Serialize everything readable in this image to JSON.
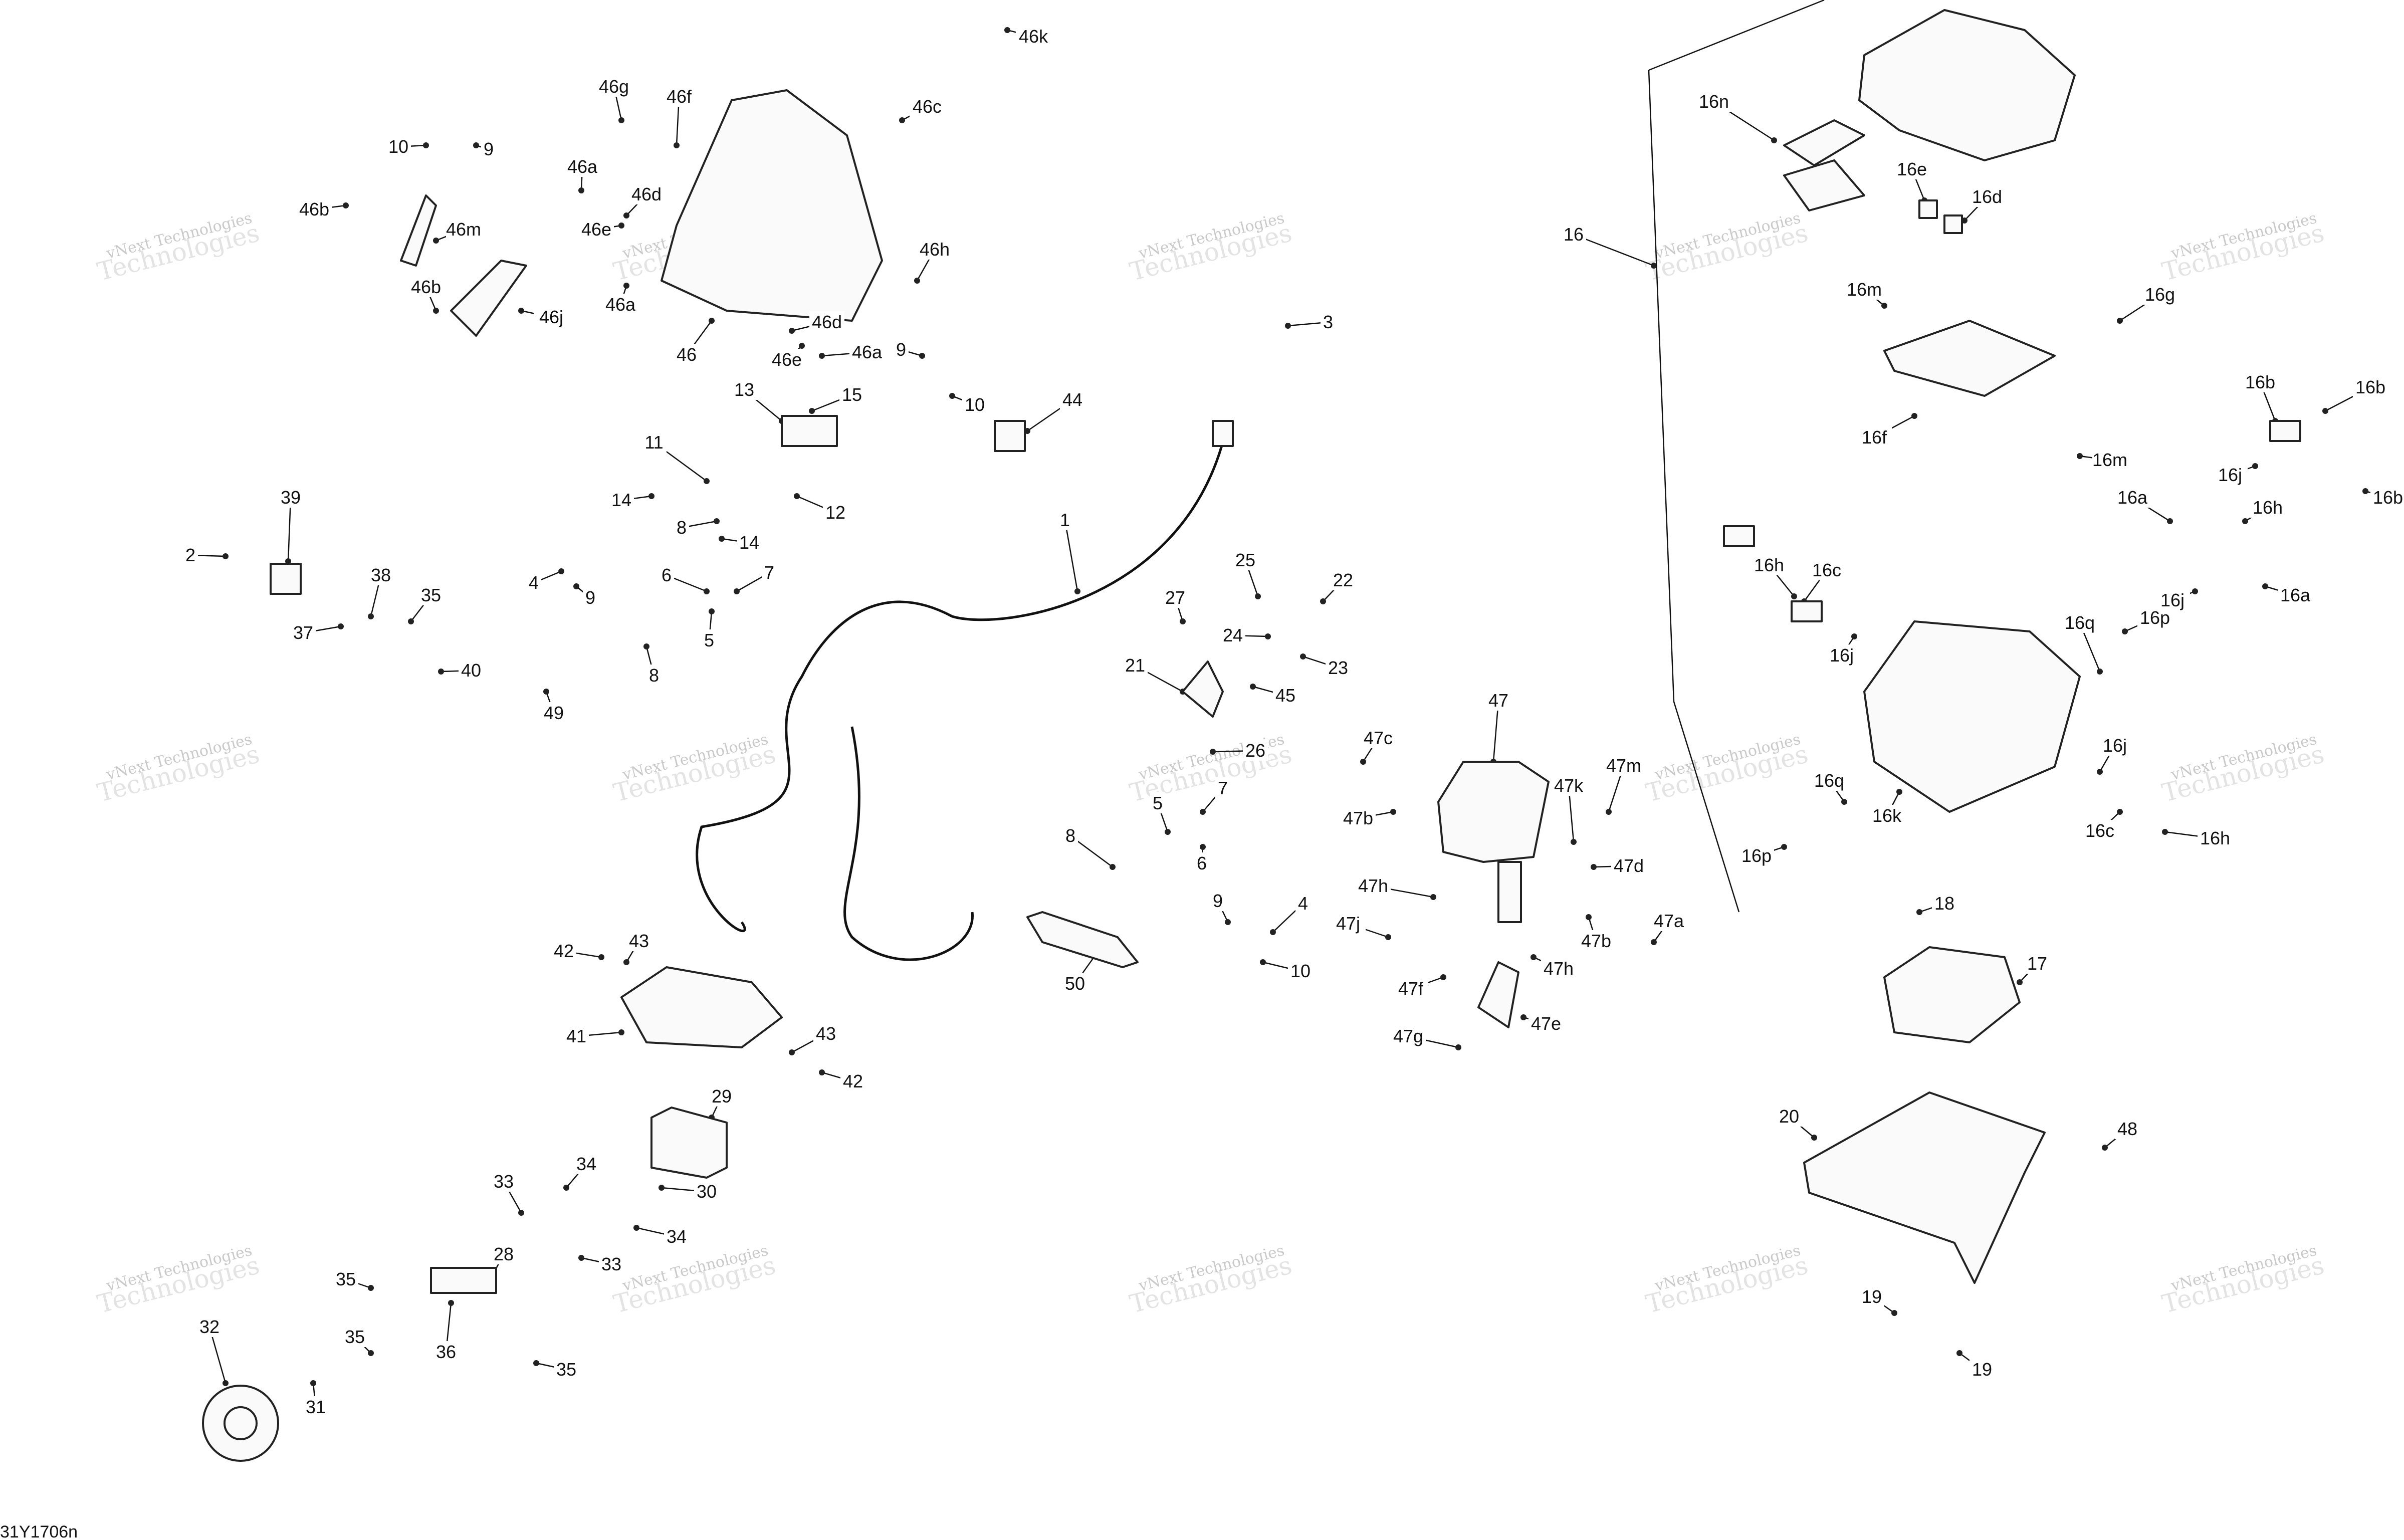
{
  "watermark": {
    "line1": "vNext Technologies",
    "line2": "Technologies"
  },
  "drawing_code": "31Y1706n",
  "callouts": [
    "1",
    "2",
    "3",
    "4",
    "5",
    "6",
    "7",
    "8",
    "9",
    "10",
    "11",
    "12",
    "13",
    "14",
    "15",
    "16",
    "16a",
    "16b",
    "16c",
    "16d",
    "16e",
    "16f",
    "16g",
    "16h",
    "16j",
    "16k",
    "16m",
    "16n",
    "16p",
    "16q",
    "17",
    "18",
    "19",
    "20",
    "21",
    "22",
    "23",
    "24",
    "25",
    "26",
    "27",
    "28",
    "29",
    "30",
    "31",
    "32",
    "33",
    "34",
    "35",
    "36",
    "37",
    "38",
    "39",
    "40",
    "41",
    "42",
    "43",
    "44",
    "45",
    "46",
    "46a",
    "46b",
    "46c",
    "46d",
    "46e",
    "46f",
    "46g",
    "46h",
    "46j",
    "46k",
    "46m",
    "47",
    "47a",
    "47b",
    "47c",
    "47d",
    "47e",
    "47f",
    "47g",
    "47h",
    "47j",
    "47k",
    "47m",
    "48",
    "49",
    "50"
  ]
}
